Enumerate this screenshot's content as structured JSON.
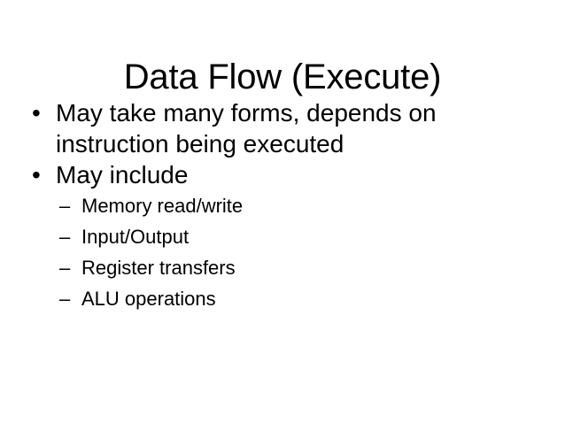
{
  "slide": {
    "title": "Data Flow (Execute)",
    "background_color": "#ffffff",
    "text_color": "#000000",
    "bullets": [
      {
        "marker": "•",
        "text": "May take many forms, depends on instruction being executed",
        "subitems": []
      },
      {
        "marker": "•",
        "text": "May include",
        "subitems": [
          {
            "marker": "–",
            "text": "Memory read/write"
          },
          {
            "marker": "–",
            "text": "Input/Output"
          },
          {
            "marker": "–",
            "text": "Register transfers"
          },
          {
            "marker": "–",
            "text": "ALU operations"
          }
        ]
      }
    ]
  }
}
